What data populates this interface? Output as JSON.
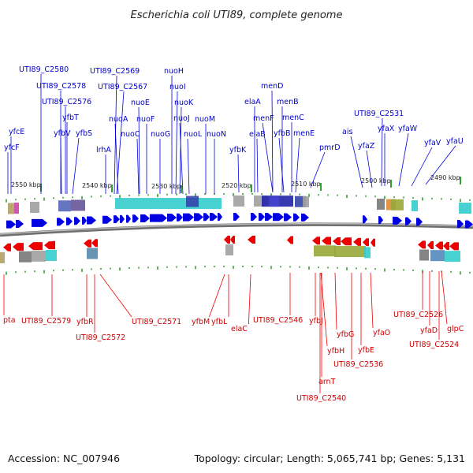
{
  "title": "Escherichia coli UTI89, complete genome",
  "footer": {
    "accession": "Accession: NC_007946",
    "summary": "Topology: circular; Length: 5,065,741 bp; Genes: 5,131"
  },
  "kbp_labels": [
    "2550 kbp",
    "2540 kbp",
    "2530 kbp",
    "2520 kbp",
    "2510 kbp",
    "2500 kbp",
    "2490 kbp"
  ],
  "forward_genes": [
    "UTI89_C2580",
    "UTI89_C2578",
    "UTI89_C2576",
    "yfbT",
    "yfbV",
    "yfbS",
    "yfcE",
    "yfcF",
    "UTI89_C2569",
    "UTI89_C2567",
    "nuoA",
    "nuoC",
    "nuoE",
    "nuoF",
    "nuoG",
    "nuoH",
    "nuoI",
    "nuoK",
    "nuoJ",
    "nuoL",
    "nuoM",
    "nuoN",
    "lrhA",
    "elaA",
    "elaB",
    "menF",
    "menD",
    "menB",
    "yfbB",
    "menC",
    "menE",
    "yfbK",
    "pmrD",
    "ais",
    "UTI89_C2531",
    "yfaX",
    "yfaZ",
    "yfaW",
    "yfaV",
    "yfaU"
  ],
  "reverse_genes": [
    "pta",
    "UTI89_C2579",
    "yfbR",
    "UTI89_C2572",
    "UTI89_C2571",
    "yfbM",
    "yfbL",
    "elaC",
    "UTI89_C2546",
    "yfbJ",
    "yfbH",
    "arnT",
    "UTI89_C2540",
    "yfbG",
    "yfbE",
    "UTI89_C2536",
    "yfaO",
    "UTI89_C2526",
    "yfaD",
    "UTI89_C2524",
    "glpC"
  ],
  "colors": {
    "forward": "#0000e0",
    "reverse": "#ee0000",
    "backbone": "#8c8c8c",
    "tick": "#33a033",
    "cyan": "#33cccc",
    "olive": "#99a838",
    "grey": "#a0a0a0"
  }
}
